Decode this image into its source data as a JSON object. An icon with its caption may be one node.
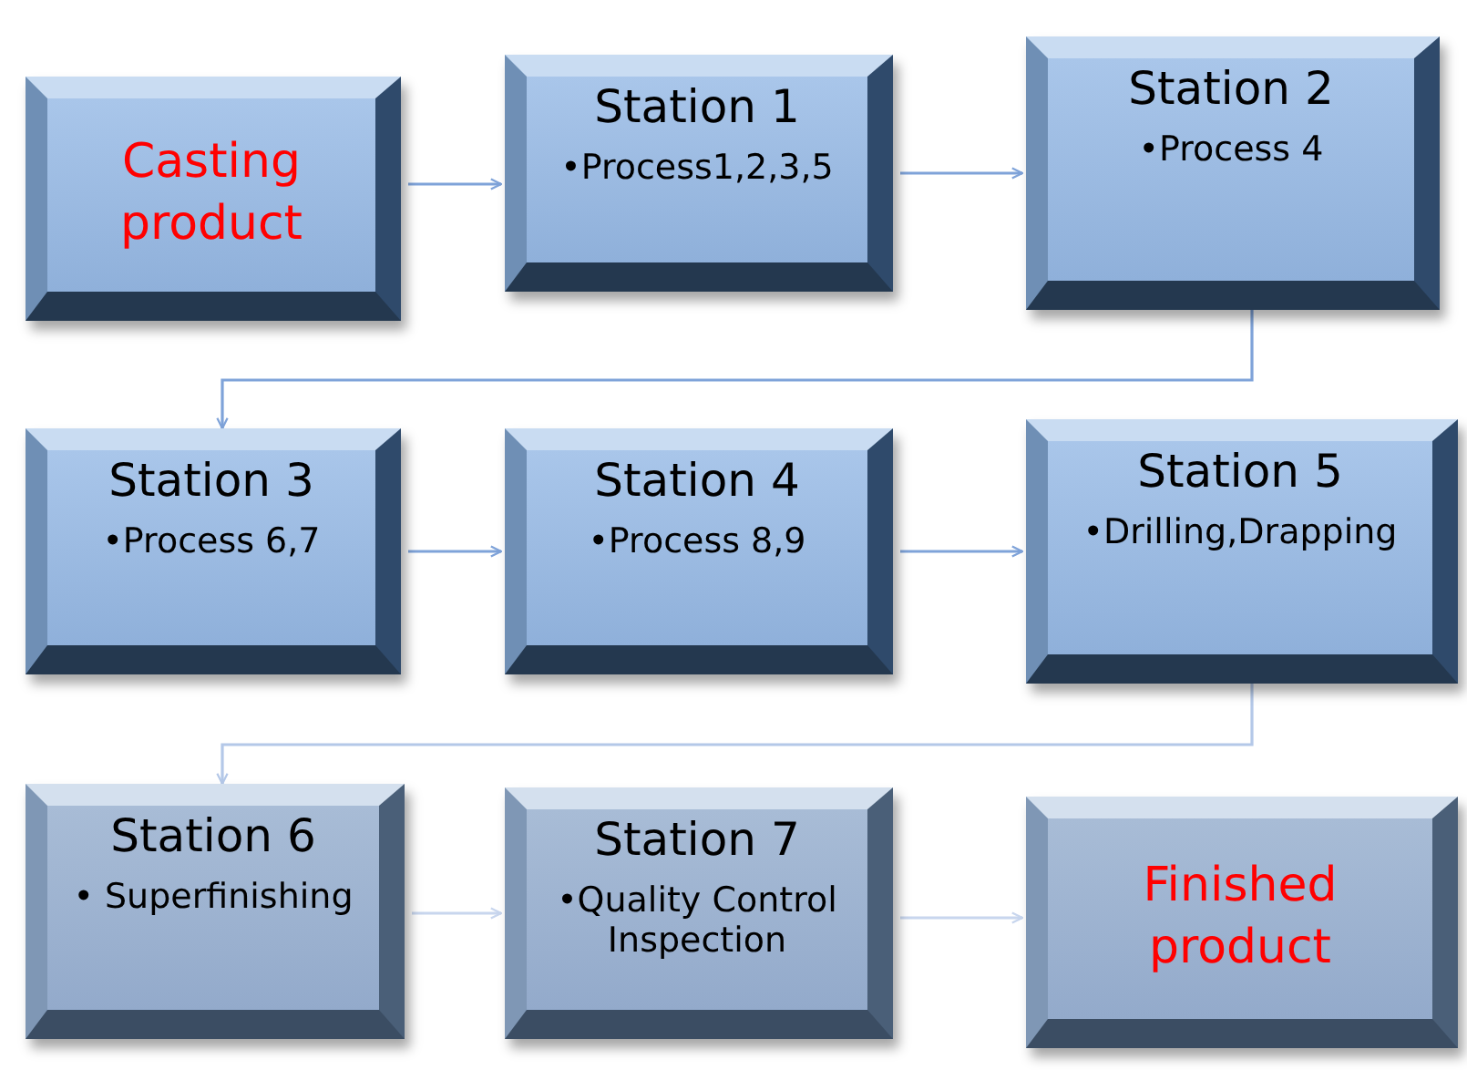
{
  "diagram": {
    "nodes": [
      {
        "text": [
          "Casting product"
        ]
      },
      {
        "text": [
          "Station 1",
          "•Process1,2,3,5"
        ]
      },
      {
        "text": [
          "Station 2",
          "•Process 4"
        ]
      },
      {
        "text": [
          "Station 3",
          "•Process 6,7"
        ]
      },
      {
        "text": [
          "Station 4",
          "•Process 8,9"
        ]
      },
      {
        "text": [
          "Station 5",
          "•Drilling,Drapping"
        ]
      },
      {
        "text": [
          "Station 6",
          "• Superfinishing"
        ]
      },
      {
        "text": [
          "Station 7",
          "•Quality Control Inspection"
        ]
      },
      {
        "text": [
          "Finished product"
        ]
      }
    ],
    "edges": [
      {
        "from": 0,
        "to": 1,
        "arrow": "to"
      },
      {
        "from": 1,
        "to": 2,
        "arrow": "to"
      },
      {
        "from": 2,
        "to": 3,
        "arrow": "to"
      },
      {
        "from": 3,
        "to": 4,
        "arrow": "to"
      },
      {
        "from": 4,
        "to": 5,
        "arrow": "to"
      },
      {
        "from": 5,
        "to": 6,
        "arrow": "to",
        "color": "#b4c8e8"
      },
      {
        "from": 6,
        "to": 7,
        "arrow": "to",
        "color": "#c8d6ee"
      },
      {
        "from": 7,
        "to": 8,
        "arrow": "to",
        "color": "#c8d6ee"
      }
    ]
  }
}
